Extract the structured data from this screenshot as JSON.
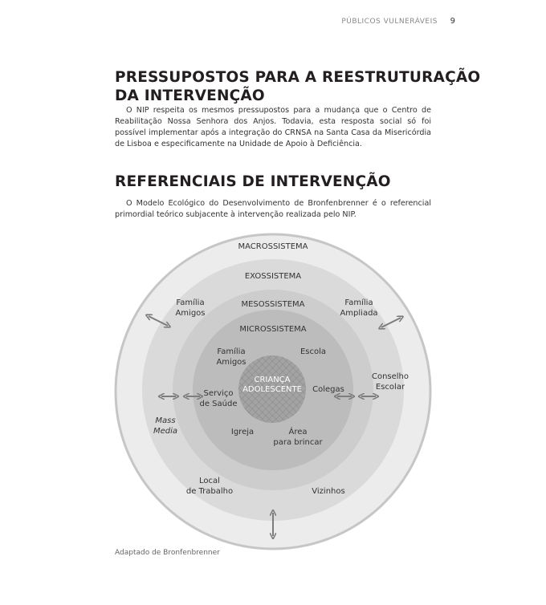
{
  "header": {
    "running_title": "PÚBLICOS VULNERÁVEIS",
    "page_number": "9"
  },
  "section1": {
    "title_line1": "PRESSUPOSTOS PARA A REESTRUTURAÇÃO",
    "title_line2": "DA INTERVENÇÃO",
    "body": "O NIP respeita os mesmos pressupostos para a mudança que o Centro de Reabilitação Nossa Senhora dos Anjos. Todavia, esta resposta social só foi possível implementar após a integração do CRNSA na Santa Casa da Misericórdia de Lisboa e especificamente na Unidade de Apoio à Deficiência."
  },
  "section2": {
    "title": "REFERENCIAIS DE INTERVENÇÃO",
    "body": "O Modelo Ecológico do Desenvolvimento de Bronfenbrenner é o referencial primordial teórico subjacente à intervenção realizada pelo NIP."
  },
  "diagram": {
    "levels": {
      "macro": "MACROSSISTEMA",
      "exo": "EXOSSISTEMA",
      "meso": "MESOSSISTEMA",
      "micro": "MICROSSISTEMA"
    },
    "center": {
      "line1": "CRIANÇA",
      "line2": "ADOLESCENTE"
    },
    "labels": {
      "familia_amigos_exo": [
        "Família",
        "Amigos"
      ],
      "familia_ampliada": [
        "Família",
        "Ampliada"
      ],
      "familia_amigos_micro": [
        "Família",
        "Amigos"
      ],
      "escola": "Escola",
      "servico_saude": [
        "Serviço",
        "de Saúde"
      ],
      "colegas": "Colegas",
      "conselho_escolar": [
        "Conselho",
        "Escolar"
      ],
      "mass_media": [
        "Mass",
        "Media"
      ],
      "igreja": "Igreja",
      "area_brincar": [
        "Área",
        "para brincar"
      ],
      "local_trabalho": [
        "Local",
        "de Trabalho"
      ],
      "vizinhos": "Vizinhos"
    },
    "colors": {
      "macro": "#ececec",
      "macro_border": "#c6c6c6",
      "exo": "#dadada",
      "meso": "#cdcdcd",
      "micro": "#bcbcbc",
      "center": "#9a9a9a",
      "arrow": "#7d7d7d"
    }
  },
  "caption": "Adaptado de Bronfenbrenner"
}
